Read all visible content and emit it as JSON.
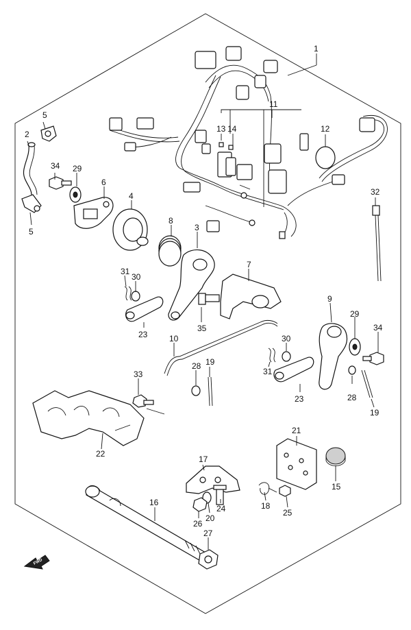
{
  "diagram": {
    "fwd_label": "FWD",
    "callouts": [
      {
        "id": "c1",
        "text": "1"
      },
      {
        "id": "c2",
        "text": "2"
      },
      {
        "id": "c3",
        "text": "3"
      },
      {
        "id": "c4",
        "text": "4"
      },
      {
        "id": "c5a",
        "text": "5"
      },
      {
        "id": "c5b",
        "text": "5"
      },
      {
        "id": "c6",
        "text": "6"
      },
      {
        "id": "c7",
        "text": "7"
      },
      {
        "id": "c8",
        "text": "8"
      },
      {
        "id": "c9",
        "text": "9"
      },
      {
        "id": "c10",
        "text": "10"
      },
      {
        "id": "c11",
        "text": "11"
      },
      {
        "id": "c12",
        "text": "12"
      },
      {
        "id": "c13",
        "text": "13"
      },
      {
        "id": "c14",
        "text": "14"
      },
      {
        "id": "c15",
        "text": "15"
      },
      {
        "id": "c16",
        "text": "16"
      },
      {
        "id": "c17",
        "text": "17"
      },
      {
        "id": "c18",
        "text": "18"
      },
      {
        "id": "c19a",
        "text": "19"
      },
      {
        "id": "c19b",
        "text": "19"
      },
      {
        "id": "c20",
        "text": "20"
      },
      {
        "id": "c21",
        "text": "21"
      },
      {
        "id": "c22",
        "text": "22"
      },
      {
        "id": "c23a",
        "text": "23"
      },
      {
        "id": "c23b",
        "text": "23"
      },
      {
        "id": "c24",
        "text": "24"
      },
      {
        "id": "c25",
        "text": "25"
      },
      {
        "id": "c26",
        "text": "26"
      },
      {
        "id": "c27",
        "text": "27"
      },
      {
        "id": "c28a",
        "text": "28"
      },
      {
        "id": "c28b",
        "text": "28"
      },
      {
        "id": "c29a",
        "text": "29"
      },
      {
        "id": "c29b",
        "text": "29"
      },
      {
        "id": "c30a",
        "text": "30"
      },
      {
        "id": "c30b",
        "text": "30"
      },
      {
        "id": "c31a",
        "text": "31"
      },
      {
        "id": "c31b",
        "text": "31"
      },
      {
        "id": "c32",
        "text": "32"
      },
      {
        "id": "c33",
        "text": "33"
      },
      {
        "id": "c34a",
        "text": "34"
      },
      {
        "id": "c34b",
        "text": "34"
      },
      {
        "id": "c35",
        "text": "35"
      }
    ]
  }
}
